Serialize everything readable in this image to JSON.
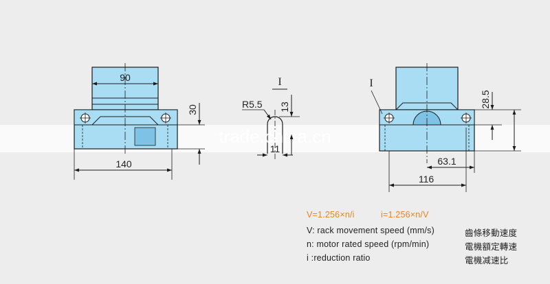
{
  "colors": {
    "background": "#ededed",
    "band": "#fafafa",
    "part_fill": "#a9ddf4",
    "part_dark": "#7ec3e6",
    "line": "#1b1b1b",
    "formula": "#e8841c"
  },
  "left_view": {
    "dim_width_top": "90",
    "dim_height": "30",
    "dim_width_base": "140"
  },
  "detail_view": {
    "label": "I",
    "dim_radius": "R5.5",
    "dim_depth": "13",
    "dim_width": "11"
  },
  "right_view": {
    "label": "I",
    "dim_height": "28.5",
    "dim_offset": "63.1",
    "dim_width": "116"
  },
  "watermark": "trade.china.cn",
  "formulas": {
    "speed": "V=1.256×n/i",
    "ratio": "i=1.256×n/V"
  },
  "legend": [
    {
      "term": "V: rack movement speed (mm/s)",
      "cjk": "齒條移動速度"
    },
    {
      "term": "n: motor rated speed (rpm/min)",
      "cjk": "電機額定轉速"
    },
    {
      "term": "i :reduction ratio",
      "cjk": "電機减速比"
    }
  ]
}
